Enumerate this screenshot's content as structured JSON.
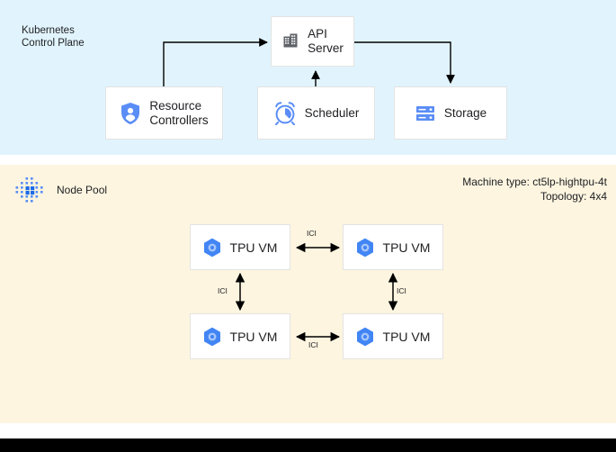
{
  "sections": {
    "control_plane": {
      "label": "Kubernetes\nControl Plane",
      "background": "#e1f4fd"
    },
    "node_pool": {
      "label": "Node Pool",
      "background": "#fdf5e0",
      "machine_type": "Machine type: ct5lp-hightpu-4t",
      "topology": "Topology: 4x4"
    }
  },
  "control_plane_nodes": [
    {
      "id": "api-server",
      "label": "API\nServer",
      "icon": "building-icon",
      "icon_color": "#5f6368"
    },
    {
      "id": "resource-controllers",
      "label": "Resource\nControllers",
      "icon": "shield-user-icon",
      "icon_color": "#5a8df6"
    },
    {
      "id": "scheduler",
      "label": "Scheduler",
      "icon": "alarm-clock-icon",
      "icon_color": "#5a8df6"
    },
    {
      "id": "storage",
      "label": "Storage",
      "icon": "server-rack-icon",
      "icon_color": "#5a8df6"
    }
  ],
  "tpu_nodes": [
    {
      "id": "tpu-vm-1",
      "label": "TPU VM",
      "icon": "tpu-hexagon-icon",
      "icon_color": "#4285f4"
    },
    {
      "id": "tpu-vm-2",
      "label": "TPU VM",
      "icon": "tpu-hexagon-icon",
      "icon_color": "#4285f4"
    },
    {
      "id": "tpu-vm-3",
      "label": "TPU VM",
      "icon": "tpu-hexagon-icon",
      "icon_color": "#4285f4"
    },
    {
      "id": "tpu-vm-4",
      "label": "TPU VM",
      "icon": "tpu-hexagon-icon",
      "icon_color": "#4285f4"
    }
  ],
  "edges": {
    "ici_top": "ICI",
    "ici_left": "ICI",
    "ici_right": "ICI",
    "ici_bottom": "ICI"
  },
  "colors": {
    "control_plane_bg": "#e1f4fd",
    "node_pool_bg": "#fdf5e0",
    "box_bg": "#ffffff",
    "box_border": "#e3e3e3",
    "arrow": "#000000",
    "accent_blue": "#4285f4",
    "icon_gray": "#5f6368",
    "bottom_bar": "#000000"
  }
}
